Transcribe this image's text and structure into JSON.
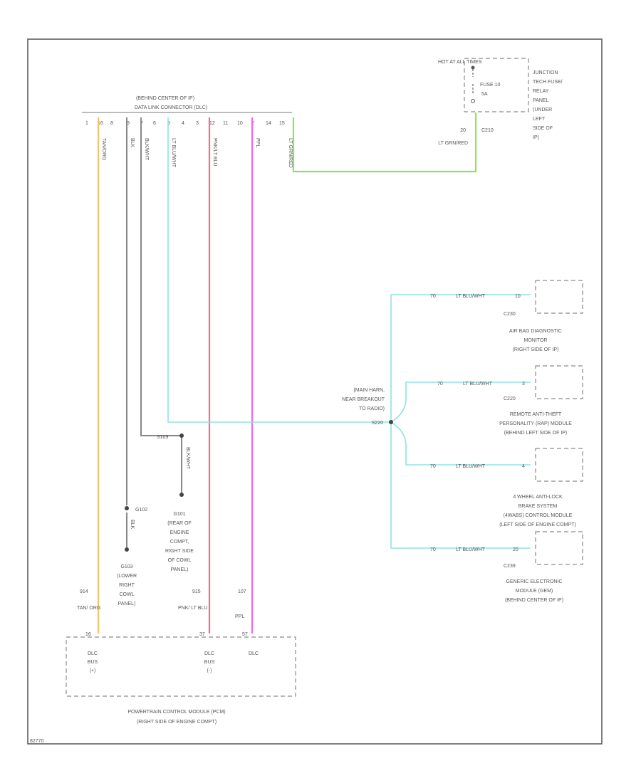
{
  "diagram": {
    "figure_id": "82770",
    "dlc": {
      "location": "(BEHIND CENTER OF IP)",
      "name": "DATA LINK CONNECTOR (DLC)",
      "pins": [
        "1",
        "16",
        "8",
        "9",
        "7",
        "6",
        "5",
        "4",
        "3",
        "12",
        "11",
        "10",
        "2",
        "14",
        "15"
      ]
    },
    "junction_box": {
      "hot_label": "HOT AT ALL TIMES",
      "fuse": "FUSE 10",
      "rating": "5A",
      "name": [
        "JUNCTION",
        "TECH FUSE/",
        "RELAY",
        "PANEL",
        "(UNDER",
        "LEFT",
        "SIDE OF",
        "IP)"
      ],
      "circuit": "20",
      "connector": "C210",
      "wire": "LT GRN/RED"
    },
    "wires": {
      "w1": "TAN/ORG",
      "w2": "BLK",
      "w3": "BLK/WHT",
      "w4": "LT BLU/WHT",
      "w5": "PNK/LT BLU",
      "w6": "PPL",
      "w7": "LT GRN/RED"
    },
    "splice": {
      "name": [
        "(MAIN HARN,",
        "NEAR BREAKOUT",
        "TO RADIO)"
      ],
      "id": "S220"
    },
    "modules": [
      {
        "circuit": "70",
        "wire": "LT BLU/WHT",
        "pin": "10",
        "connector": "C230",
        "name": [
          "AIR BAG DIAGNOSTIC",
          "MONITOR",
          "(RIGHT SIDE OF IP)"
        ]
      },
      {
        "circuit": "70",
        "wire": "LT BLU/WHT",
        "pin": "3",
        "connector": "C220",
        "name": [
          "REMOTE ANTI-THEFT",
          "PERSONALITY (RAP) MODULE",
          "(BEHIND LEFT SIDE OF IP)"
        ]
      },
      {
        "circuit": "70",
        "wire": "LT BLU/WHT",
        "pin": "4",
        "connector": "",
        "name": [
          "4 WHEEL ANTI-LOCK",
          "BRAKE SYSTEM",
          "(4WABS) CONTROL MODULE",
          "(LEFT SIDE OF ENGINE COMPT)"
        ]
      },
      {
        "circuit": "70",
        "wire": "LT BLU/WHT",
        "pin": "20",
        "connector": "C239",
        "name": [
          "GENERIC ELECTRONIC",
          "MODULE (GEM)",
          "(BEHIND CENTER OF IP)"
        ]
      }
    ],
    "grounds": {
      "s109": "S109",
      "g102": "G102",
      "g103_name": [
        "G103",
        "(LOWER",
        "RIGHT",
        "COWL",
        "PANEL)"
      ],
      "g101_name": [
        "G101",
        "(REAR OF",
        "ENGINE",
        "COMPT,",
        "RIGHT SIDE",
        "OF COWL",
        "PANEL)"
      ],
      "wire_blk": "BLK",
      "wire_blkwht": "BLK/WHT"
    },
    "pcm": {
      "name": "POWERTRAIN CONTROL MODULE (PCM)",
      "location": "(RIGHT SIDE OF ENGINE COMPT)",
      "circuits": {
        "c1": "914",
        "c2": "915",
        "c3": "107"
      },
      "wires": {
        "w1": "TAN/ ORG",
        "w2": "PNK/ LT BLU",
        "w3": "PPL"
      },
      "pins": {
        "p1": "16",
        "p2": "37",
        "p3": "57"
      },
      "labels": {
        "l1": [
          "DLC",
          "BUS",
          "(+)"
        ],
        "l2": [
          "DLC",
          "BUS",
          "(-)"
        ],
        "l3": [
          "DLC"
        ]
      }
    },
    "colors": {
      "orange": "#f4c46a",
      "blue": "#8fe3e3",
      "pink": "#f26e8a",
      "magenta": "#f06bf0",
      "green": "#8fe063",
      "gray": "#888888"
    }
  }
}
